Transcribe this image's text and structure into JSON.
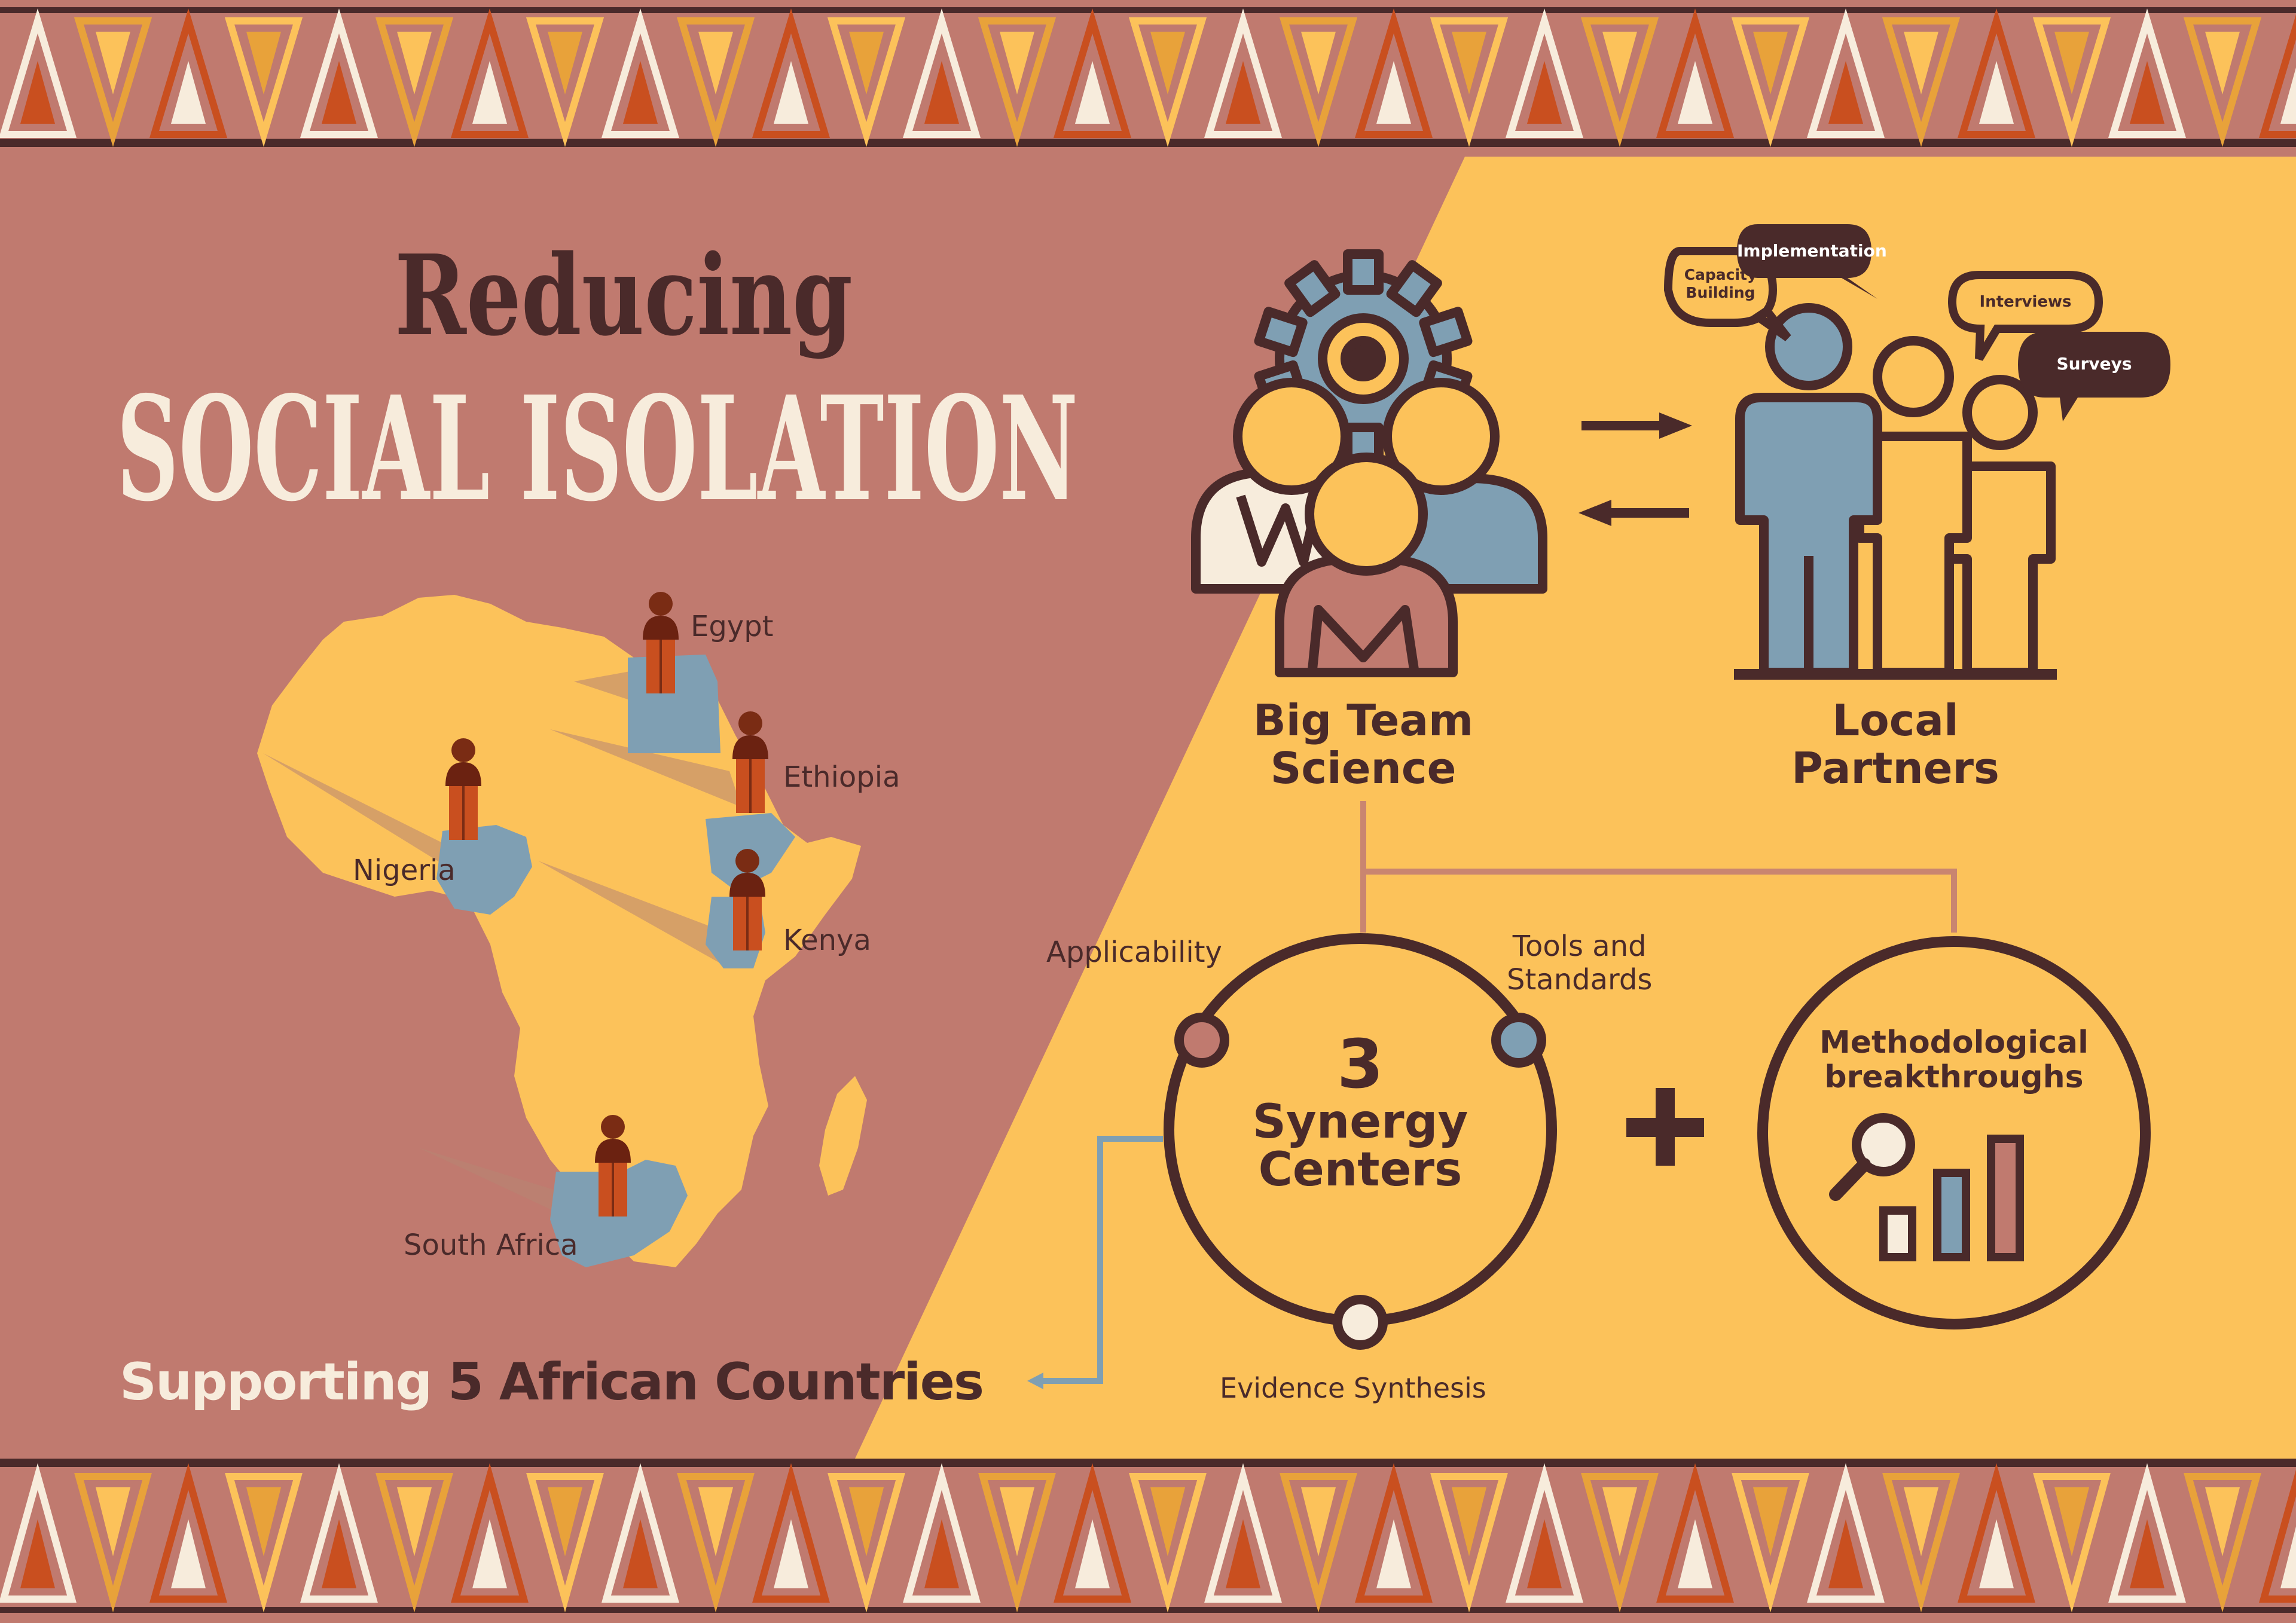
{
  "title": {
    "line1": "Reducing",
    "line2": "SOCIAL ISOLATION"
  },
  "map": {
    "countries": [
      {
        "name": "Egypt"
      },
      {
        "name": "Ethiopia"
      },
      {
        "name": "Nigeria"
      },
      {
        "name": "Kenya"
      },
      {
        "name": "South Africa"
      }
    ]
  },
  "footer_text": {
    "prefix": "Supporting",
    "number": "5",
    "suffix": "African Countries"
  },
  "groups": {
    "big_team": {
      "line1": "Big Team",
      "line2": "Science"
    },
    "local": {
      "line1": "Local",
      "line2": "Partners"
    }
  },
  "bubbles": {
    "implementation": "Implementation",
    "capacity_line1": "Capacity",
    "capacity_line2": "Building",
    "interviews": "Interviews",
    "surveys": "Surveys"
  },
  "synergy": {
    "number": "3",
    "line1": "Synergy",
    "line2": "Centers",
    "applicability": "Applicability",
    "tools_line1": "Tools and",
    "tools_line2": "Standards",
    "evidence": "Evidence Synthesis"
  },
  "plus_symbol": "+",
  "method": {
    "line1": "Methodological",
    "line2": "breakthroughs"
  },
  "colors": {
    "rose": "#c07a6f",
    "yellow": "#fcc25a",
    "dark": "#4a2a2a",
    "blue": "#7f9fb3",
    "cream": "#f7ecdc",
    "rust": "#c94f1f"
  }
}
